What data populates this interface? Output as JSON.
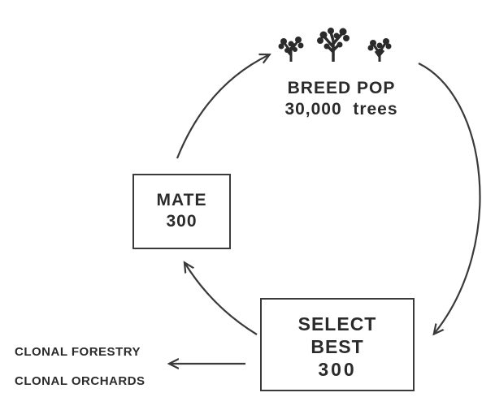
{
  "breed_pop": {
    "line1": "BREED POP",
    "line2": "30,000  trees"
  },
  "mate": {
    "line1": "MATE",
    "line2": "300"
  },
  "select": {
    "line1": "SELECT",
    "line2": "BEST",
    "line3": "300"
  },
  "outputs": {
    "forestry": "CLONAL FORESTRY",
    "orchards": "CLONAL ORCHARDS"
  },
  "colors": {
    "ink": "#2b2b2b",
    "stroke": "#3a3a3a"
  },
  "icons": [
    "tree-icon",
    "tree-icon",
    "tree-icon"
  ]
}
